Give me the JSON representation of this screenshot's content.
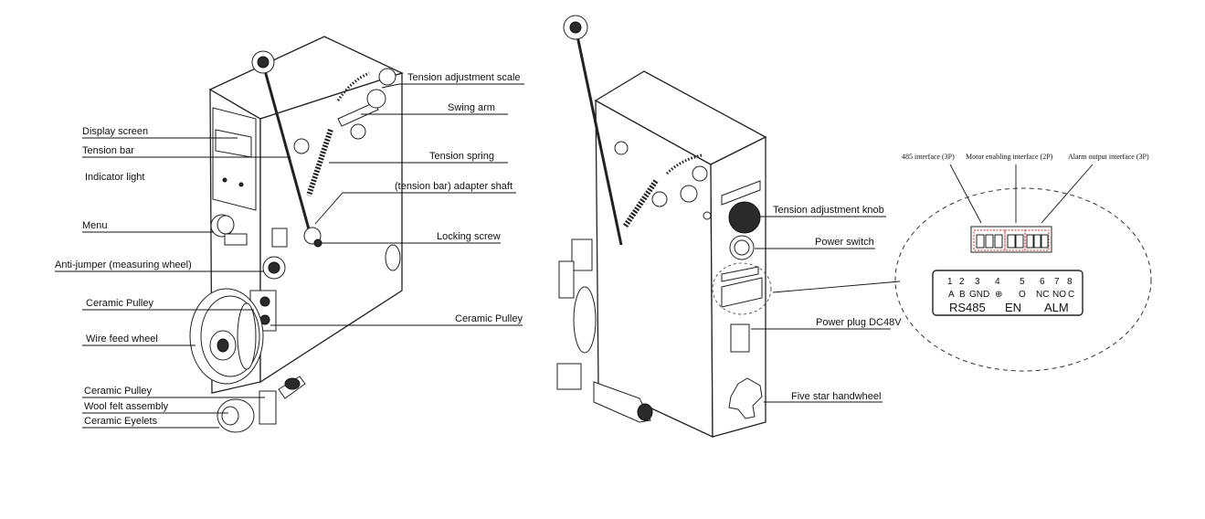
{
  "left_device": {
    "labels": {
      "tension_adjustment_scale": "Tension adjustment scale",
      "swing_arm": "Swing arm",
      "tension_spring": "Tension spring",
      "adapter_shaft": "(tension bar) adapter shaft",
      "locking_screw": "Locking screw",
      "ceramic_pulley_right": "Ceramic Pulley",
      "display_screen": "Display screen",
      "tension_bar": "Tension bar",
      "indicator_light": "Indicator light",
      "menu": "Menu",
      "anti_jumper": "Anti-jumper (measuring wheel)",
      "ceramic_pulley_left": "Ceramic Pulley",
      "wire_feed_wheel": "Wire feed wheel",
      "ceramic_pulley_lower": "Ceramic Pulley",
      "wool_felt_assembly": "Wool felt assembly",
      "ceramic_eyelets": "Ceramic Eyelets"
    }
  },
  "right_device": {
    "labels": {
      "tension_adjustment_knob": "Tension adjustment knob",
      "power_switch": "Power switch",
      "power_plug": "Power plug DC48V",
      "five_star_handwheel": "Five star handwheel"
    }
  },
  "connector_detail": {
    "interface_485": "485 interface (3P)",
    "interface_motor": "Motor enabling interface (2P)",
    "interface_alarm": "Alarm output interface (3P)",
    "pin_numbers": [
      "1",
      "2",
      "3",
      "4",
      "5",
      "6",
      "7",
      "8"
    ],
    "pin_signals": [
      "A",
      "B",
      "GND",
      "⊕",
      "O",
      "NC",
      "NO",
      "C"
    ],
    "groups": [
      "RS485",
      "EN",
      "ALM"
    ]
  },
  "colors": {
    "line": "#222222",
    "highlight": "#d0302a",
    "background": "#ffffff"
  }
}
